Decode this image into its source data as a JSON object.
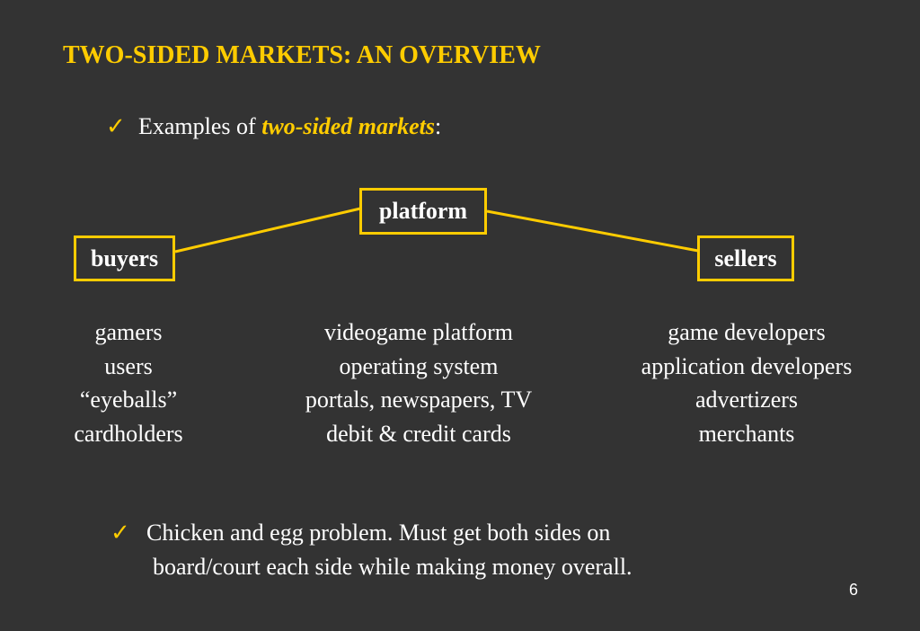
{
  "title": "TWO-SIDED MARKETS: AN OVERVIEW",
  "bullet1": {
    "prefix": "Examples of ",
    "emphasis": "two-sided markets",
    "suffix": ":"
  },
  "diagram": {
    "platform_label": "platform",
    "buyers_label": "buyers",
    "sellers_label": "sellers",
    "accent_color": "#ffcc00"
  },
  "columns": {
    "buyers": [
      "gamers",
      "users",
      "“eyeballs”",
      "cardholders"
    ],
    "platforms": [
      "videogame platform",
      "operating system",
      "portals, newspapers, TV",
      "debit & credit cards"
    ],
    "sellers": [
      "game developers",
      "application developers",
      "advertizers",
      "merchants"
    ]
  },
  "bullet2": {
    "line1": "Chicken and egg problem. Must get both sides on",
    "line2": "board/court each side while making money overall."
  },
  "check_icon": "✓",
  "page_number": "6"
}
